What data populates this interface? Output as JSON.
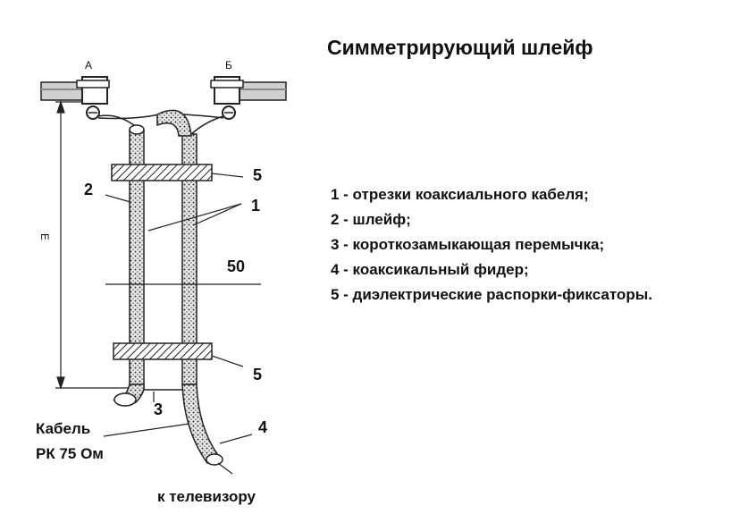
{
  "title": "Симметрирующий шлейф",
  "legend": [
    "1 - отрезки коаксиального кабеля;",
    "2 - шлейф;",
    "3 - короткозамыкающая перемычка;",
    "4 - коаксикальный фидер;",
    "5 - диэлектрические распорки-фиксаторы."
  ],
  "labels": {
    "terminal_a": "А",
    "terminal_b": "Б",
    "length_mark": "Е",
    "callout_1": "1",
    "callout_2": "2",
    "callout_3": "3",
    "callout_4": "4",
    "callout_5_top": "5",
    "callout_5_bottom": "5",
    "spacing": "50",
    "cable_line1": "Кабель",
    "cable_line2": "РК 75 Ом",
    "to_tv": "к телевизору"
  }
}
